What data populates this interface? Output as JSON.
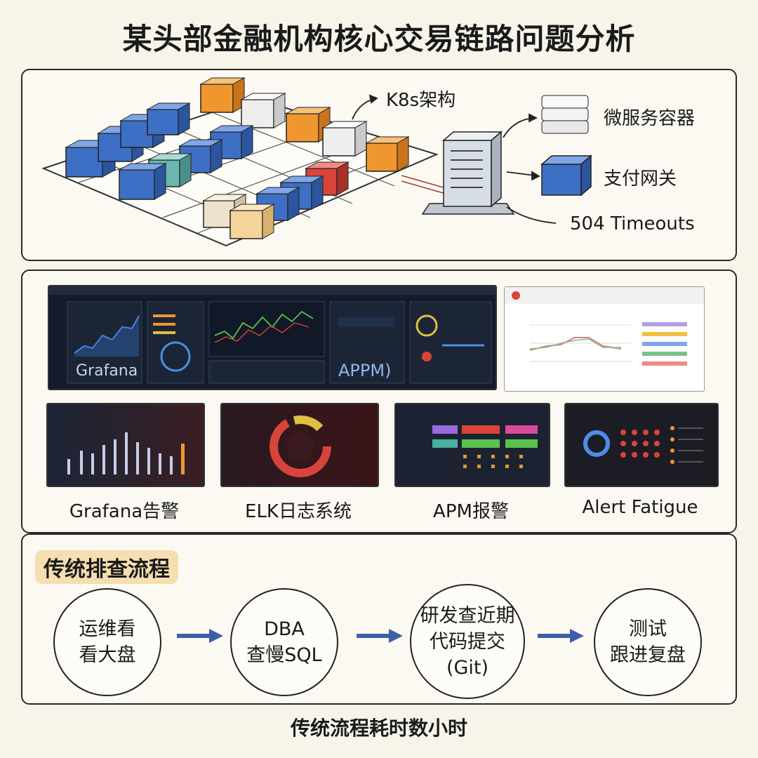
{
  "title": "某头部金融机构核心交易链路问题分析",
  "architecture": {
    "k8s_label": "K8s架构",
    "microservice_label": "微服务容器",
    "gateway_label": "支付网关",
    "timeout_label": "504 Timeouts"
  },
  "monitoring": {
    "grafana_panel_text": "Grafana",
    "apm_panel_text": "APPM)",
    "captions": [
      "Grafana告警",
      "ELK日志系统",
      "APM报警",
      "Alert Fatigue"
    ]
  },
  "process": {
    "heading": "传统排查流程",
    "steps": [
      {
        "lines": [
          "运维看",
          "看大盘"
        ]
      },
      {
        "lines": [
          "DBA",
          "查慢SQL"
        ]
      },
      {
        "lines": [
          "研发查近期",
          "代码提交",
          "(Git)"
        ]
      },
      {
        "lines": [
          "测试",
          "跟进复盘"
        ]
      }
    ]
  },
  "footer": "传统流程耗时数小时",
  "colors": {
    "accent_blue": "#3d6fc4",
    "accent_orange": "#f0962f",
    "alert_red": "#d9443a",
    "highlight": "#f6deb0"
  }
}
